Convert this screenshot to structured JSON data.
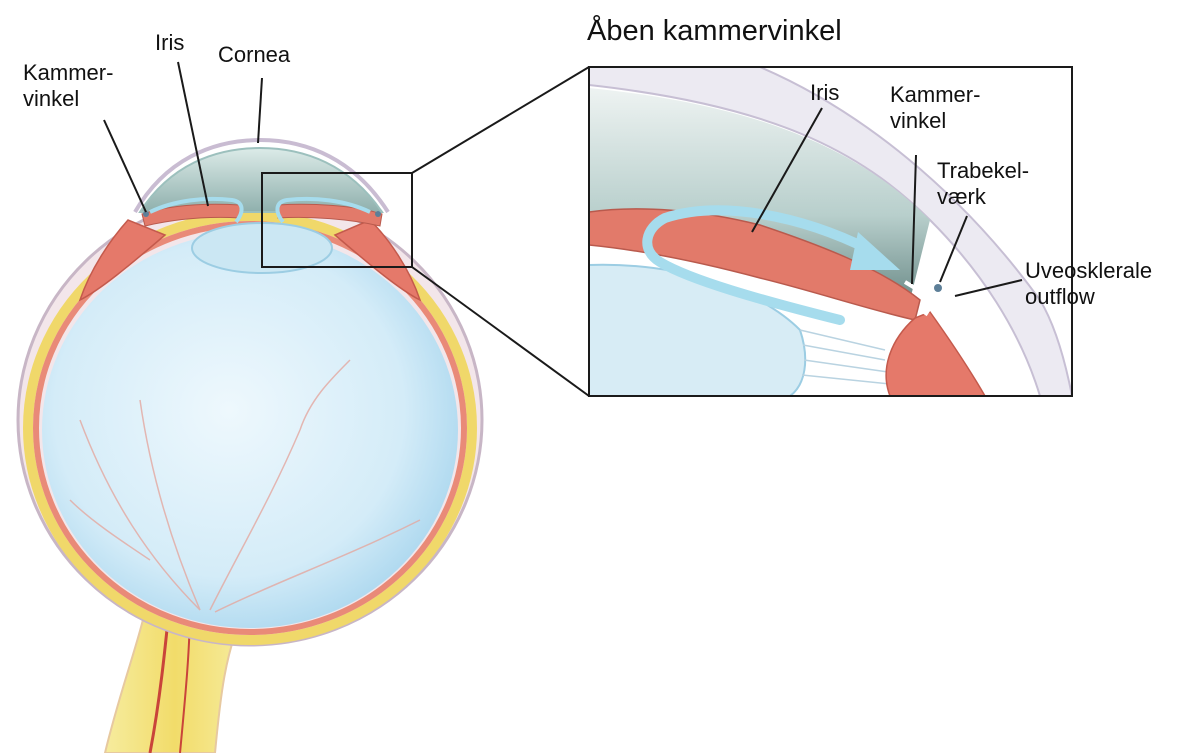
{
  "title": "Åben kammervinkel",
  "main_eye": {
    "kammervinkel": "Kammer-\nvinkel",
    "iris": "Iris",
    "cornea": "Cornea"
  },
  "detail": {
    "iris": "Iris",
    "kammervinkel": "Kammer-\nvinkel",
    "trabekelvaerk": "Trabekel-\nværk",
    "uveosklerale": "Uveosklerale\noutflow"
  },
  "colors": {
    "fluid_arrow": "#9fd6ea",
    "iris_tissue": "#e27a6a",
    "vitreous": "#cfe8f6",
    "sclera": "#f1e0e0",
    "optic_nerve": "#f4e58a",
    "leader_line": "#1a1a1a"
  }
}
